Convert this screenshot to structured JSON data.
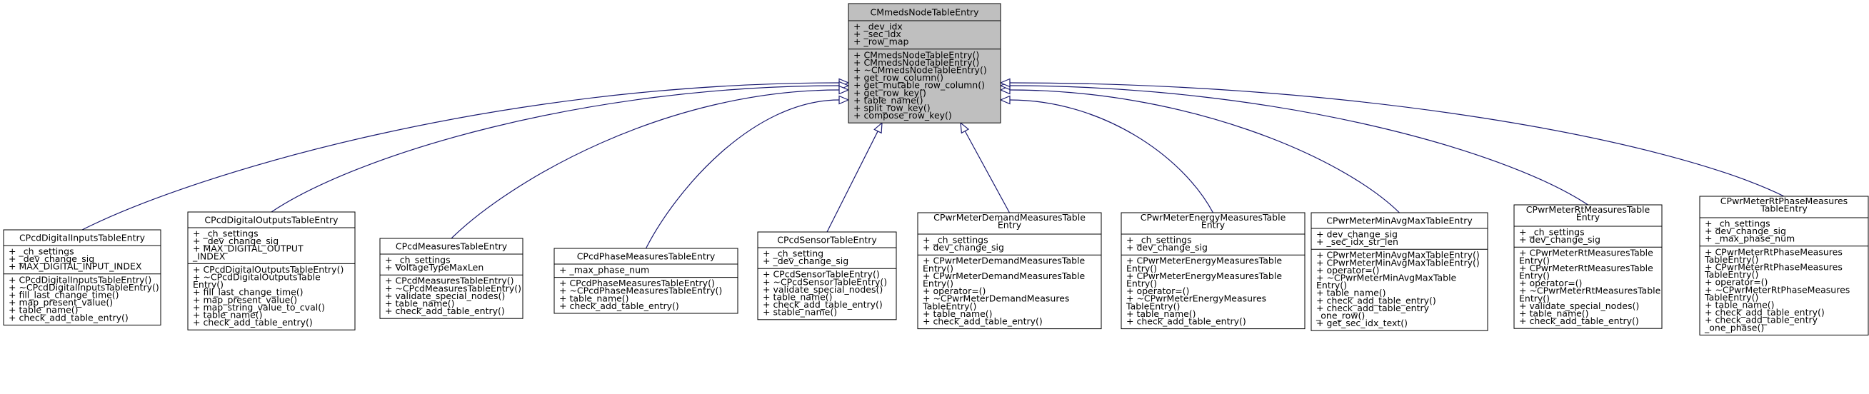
{
  "base": {
    "name": "CMmedsNodeTableEntry",
    "attributes": [
      "+ _dev_idx",
      "+ _sec_idx",
      "+ _row_map"
    ],
    "methods": [
      "+ CMmedsNodeTableEntry()",
      "+ CMmedsNodeTableEntry()",
      "+ ~CMmedsNodeTableEntry()",
      "+ get_row_column()",
      "+ get_mutable_row_column()",
      "+ get_row_key()",
      "+ table_name()",
      "+ split_row_key()",
      "+ compose_row_key()"
    ]
  },
  "derived": [
    {
      "id": "cpcd-digital-inputs",
      "title_lines": [
        "CPcdDigitalInputsTableEntry"
      ],
      "attributes": [
        "+ _ch_settings",
        "+ _dev_change_sig",
        "+ MAX_DIGITAL_INPUT_INDEX"
      ],
      "methods": [
        "+ CPcdDigitalInputsTableEntry()",
        "+ ~CPcdDigitalInputsTableEntry()",
        "+ fill_last_change_time()",
        "+ map_present_value()",
        "+ table_name()",
        "+ check_add_table_entry()"
      ]
    },
    {
      "id": "cpcd-digital-outputs",
      "title_lines": [
        "CPcdDigitalOutputsTableEntry"
      ],
      "attributes": [
        "+ _ch_settings",
        "+ _dev_change_sig",
        "+ MAX_DIGITAL_OUTPUT",
        "_INDEX"
      ],
      "methods": [
        "+ CPcdDigitalOutputsTableEntry()",
        "+ ~CPcdDigitalOutputsTable",
        "Entry()",
        "+ fill_last_change_time()",
        "+ map_present_value()",
        "+ map_string_value_to_cval()",
        "+ table_name()",
        "+ check_add_table_entry()"
      ]
    },
    {
      "id": "cpcd-measures",
      "title_lines": [
        "CPcdMeasuresTableEntry"
      ],
      "attributes": [
        "+ _ch_settings",
        "+ VoltageTypeMaxLen"
      ],
      "methods": [
        "+ CPcdMeasuresTableEntry()",
        "+ ~CPcdMeasuresTableEntry()",
        "+ validate_special_nodes()",
        "+ table_name()",
        "+ check_add_table_entry()"
      ]
    },
    {
      "id": "cpcd-phase-measures",
      "title_lines": [
        "CPcdPhaseMeasuresTableEntry"
      ],
      "attributes": [
        "+ _max_phase_num"
      ],
      "methods": [
        "+ CPcdPhaseMeasuresTableEntry()",
        "+ ~CPcdPhaseMeasuresTableEntry()",
        "+ table_name()",
        "+ check_add_table_entry()"
      ]
    },
    {
      "id": "cpcd-sensor",
      "title_lines": [
        "CPcdSensorTableEntry"
      ],
      "attributes": [
        "+ _ch_setting",
        "+ _dev_change_sig"
      ],
      "methods": [
        "+ CPcdSensorTableEntry()",
        "+ ~CPcdSensorTableEntry()",
        "+ validate_special_nodes()",
        "+ table_name()",
        "+ check_add_table_entry()",
        "+ stable_name()"
      ]
    },
    {
      "id": "cpwr-demand-measures",
      "title_lines": [
        "CPwrMeterDemandMeasuresTable",
        "Entry"
      ],
      "attributes": [
        "+ _ch_settings",
        "+ dev_change_sig"
      ],
      "methods": [
        "+ CPwrMeterDemandMeasuresTable",
        "Entry()",
        "+ CPwrMeterDemandMeasuresTable",
        "Entry()",
        "+ operator=()",
        "+ ~CPwrMeterDemandMeasures",
        "TableEntry()",
        "+ table_name()",
        "+ check_add_table_entry()"
      ]
    },
    {
      "id": "cpwr-energy-measures",
      "title_lines": [
        "CPwrMeterEnergyMeasuresTable",
        "Entry"
      ],
      "attributes": [
        "+ _ch_settings",
        "+ dev_change_sig"
      ],
      "methods": [
        "+ CPwrMeterEnergyMeasuresTable",
        "Entry()",
        "+ CPwrMeterEnergyMeasuresTable",
        "Entry()",
        "+ operator=()",
        "+ ~CPwrMeterEnergyMeasures",
        "TableEntry()",
        "+ table_name()",
        "+ check_add_table_entry()"
      ]
    },
    {
      "id": "cpwr-min-avg-max",
      "title_lines": [
        "CPwrMeterMinAvgMaxTableEntry"
      ],
      "attributes": [
        "+ dev_change_sig",
        "+ _sec_idx_str_len"
      ],
      "methods": [
        "+ CPwrMeterMinAvgMaxTableEntry()",
        "+ CPwrMeterMinAvgMaxTableEntry()",
        "+ operator=()",
        "+ ~CPwrMeterMinAvgMaxTable",
        "Entry()",
        "+ table_name()",
        "+ check_add_table_entry()",
        "+ check_add_table_entry",
        "_one_row()",
        "+ get_sec_idx_text()"
      ]
    },
    {
      "id": "cpwr-rt-measures",
      "title_lines": [
        "CPwrMeterRtMeasuresTable",
        "Entry"
      ],
      "attributes": [
        "+ _ch_settings",
        "+ dev_change_sig"
      ],
      "methods": [
        "+ CPwrMeterRtMeasuresTable",
        "Entry()",
        "+ CPwrMeterRtMeasuresTable",
        "Entry()",
        "+ operator=()",
        "+ ~CPwrMeterRtMeasuresTable",
        "Entry()",
        "+ validate_special_nodes()",
        "+ table_name()",
        "+ check_add_table_entry()"
      ]
    },
    {
      "id": "cpwr-rt-phase-measures",
      "title_lines": [
        "CPwrMeterRtPhaseMeasures",
        "TableEntry"
      ],
      "attributes": [
        "+ _ch_settings",
        "+ dev_change_sig",
        "+ _max_phase_num"
      ],
      "methods": [
        "+ CPwrMeterRtPhaseMeasures",
        "TableEntry()",
        "+ CPwrMeterRtPhaseMeasures",
        "TableEntry()",
        "+ operator=()",
        "+ ~CPwrMeterRtPhaseMeasures",
        "TableEntry()",
        "+ table_name()",
        "+ check_add_table_entry()",
        "+ check_add_table_entry",
        "_one_phase()"
      ]
    }
  ]
}
